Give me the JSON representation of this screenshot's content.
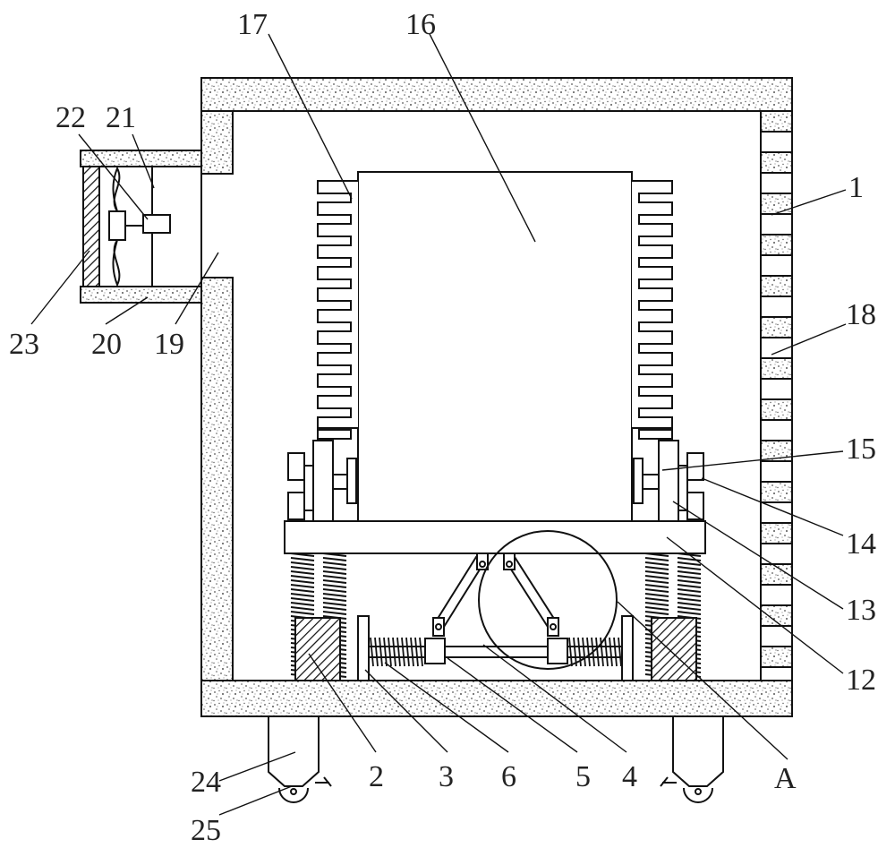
{
  "labels": {
    "l1": "1",
    "l2": "2",
    "l3": "3",
    "l4": "4",
    "l5": "5",
    "l6": "6",
    "l12": "12",
    "l13": "13",
    "l14": "14",
    "l15": "15",
    "l16": "16",
    "l17": "17",
    "l18": "18",
    "l19": "19",
    "l20": "20",
    "l21": "21",
    "l22": "22",
    "l23": "23",
    "l24": "24",
    "l25": "25",
    "lA": "A"
  },
  "colors": {
    "line": "#111111",
    "speckle": "#555555",
    "label": "#222222"
  }
}
